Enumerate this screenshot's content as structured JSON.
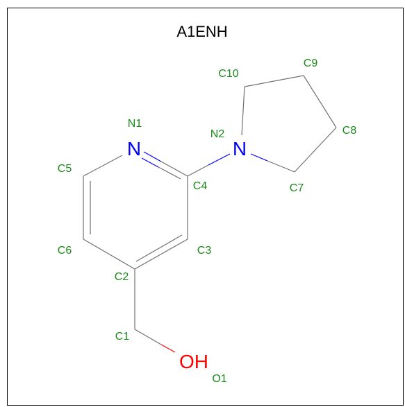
{
  "title": "A1ENH",
  "colors": {
    "label": "#1a8a1a",
    "bond": "#707070",
    "nitrogen": "#0000ff",
    "oxygen": "#ff0000",
    "title": "#000000"
  },
  "atoms": {
    "N1": {
      "symbol": "N",
      "label": "N1"
    },
    "N2": {
      "symbol": "N",
      "label": "N2"
    },
    "C1": {
      "label": "C1"
    },
    "C2": {
      "label": "C2"
    },
    "C3": {
      "label": "C3"
    },
    "C4": {
      "label": "C4"
    },
    "C5": {
      "label": "C5"
    },
    "C6": {
      "label": "C6"
    },
    "C7": {
      "label": "C7"
    },
    "C8": {
      "label": "C8"
    },
    "C9": {
      "label": "C9"
    },
    "C10": {
      "label": "C10"
    },
    "O1": {
      "symbol": "OH",
      "label": "O1"
    }
  }
}
